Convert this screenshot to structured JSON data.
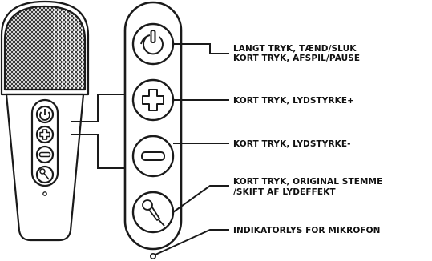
{
  "labels": {
    "power_line1": "LANGT TRYK, TÆND/SLUK",
    "power_line2": "KORT TRYK, AFSPIL/PAUSE",
    "volume_up": "KORT TRYK, LYDSTYRKE+",
    "volume_down": "KORT TRYK, LYDSTYRKE-",
    "mic_line1": "KORT TRYK, ORIGINAL STEMME",
    "mic_line2": "/SKIFT AF LYDEFFEKT",
    "indicator": "INDIKATORLYS FOR MIKROFON"
  },
  "colors": {
    "stroke": "#1a1a1a",
    "background": "#ffffff"
  },
  "icons": [
    "power-icon",
    "plus-icon",
    "minus-icon",
    "microphone-icon",
    "indicator-light-icon"
  ]
}
